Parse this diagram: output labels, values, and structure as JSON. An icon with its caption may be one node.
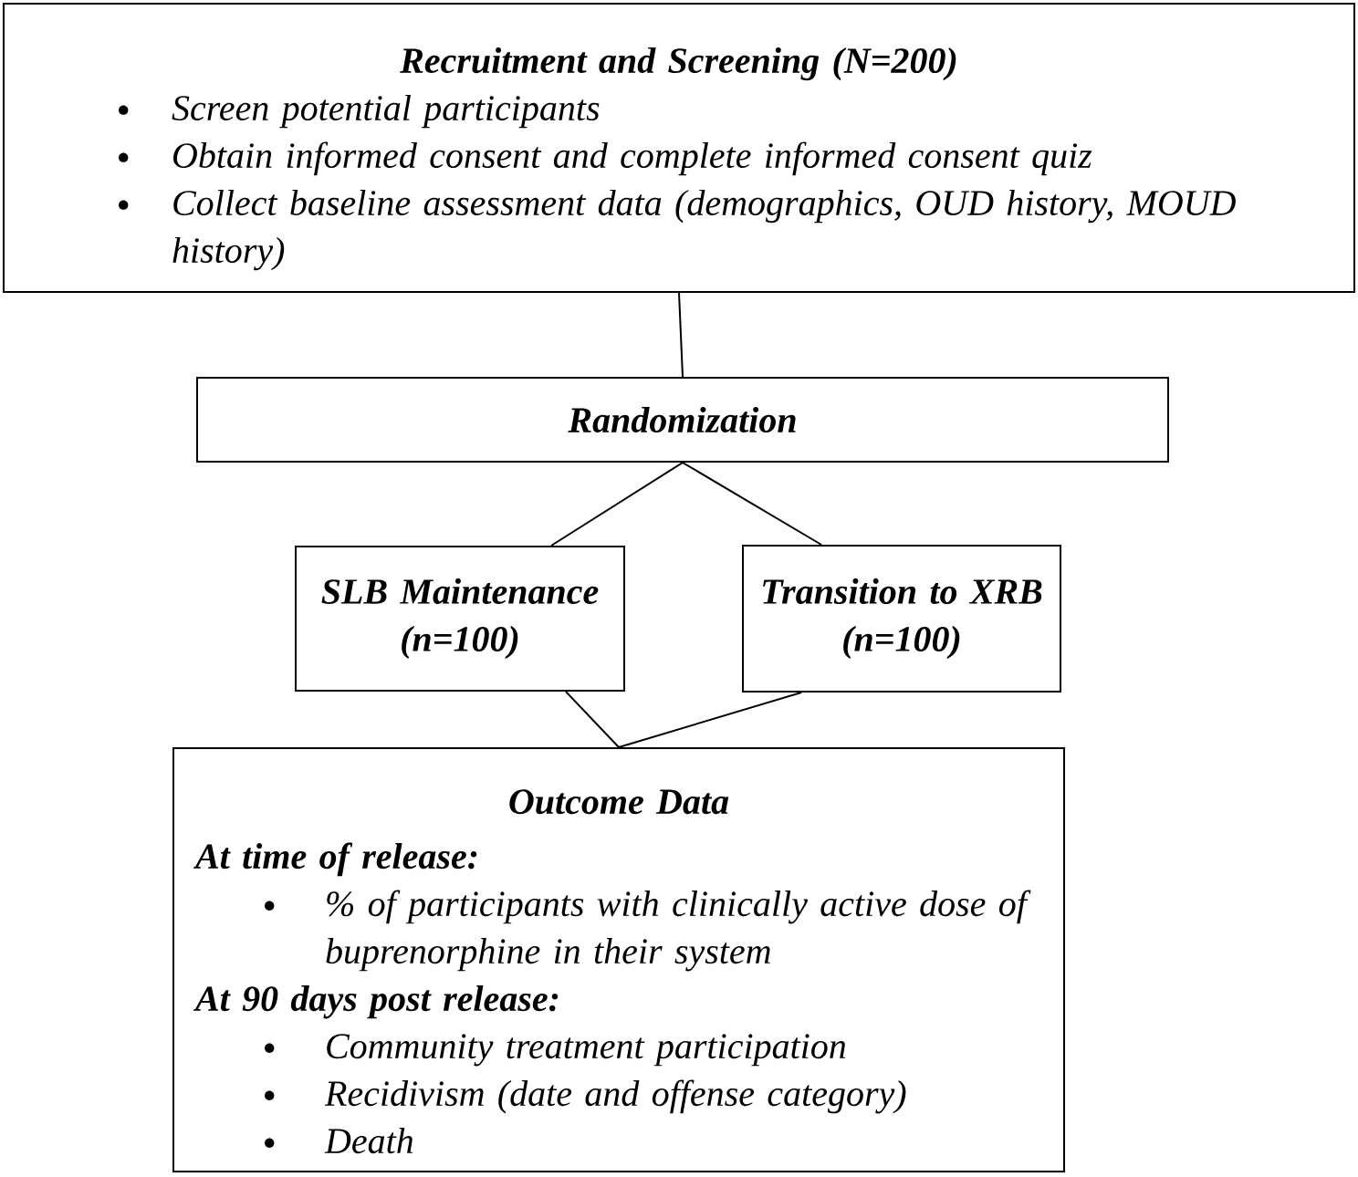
{
  "diagram": {
    "nodes": [
      {
        "text": [
          "Recruitment and Screening (N=200)",
          "Screen potential participants",
          "Obtain informed consent and complete informed consent quiz",
          "Collect baseline assessment data (demographics, OUD history, MOUD history)"
        ]
      },
      {
        "text": [
          "Randomization"
        ]
      },
      {
        "text": [
          "SLB Maintenance (n=100)"
        ]
      },
      {
        "text": [
          "Transition to XRB (n=100)"
        ]
      },
      {
        "text": [
          "Outcome Data",
          "At time of release:",
          "% of participants with clinically active dose of buprenorphine in their system",
          "At 90 days post release:",
          "Community treatment participation",
          "Recidivism (date and offense category)",
          "Death"
        ]
      }
    ],
    "edges": [
      {
        "from": 0,
        "to": 1,
        "arrow": "none"
      },
      {
        "from": 1,
        "to": 2,
        "arrow": "none"
      },
      {
        "from": 1,
        "to": 3,
        "arrow": "none"
      },
      {
        "from": 2,
        "to": 4,
        "arrow": "none"
      },
      {
        "from": 3,
        "to": 4,
        "arrow": "none"
      }
    ]
  }
}
